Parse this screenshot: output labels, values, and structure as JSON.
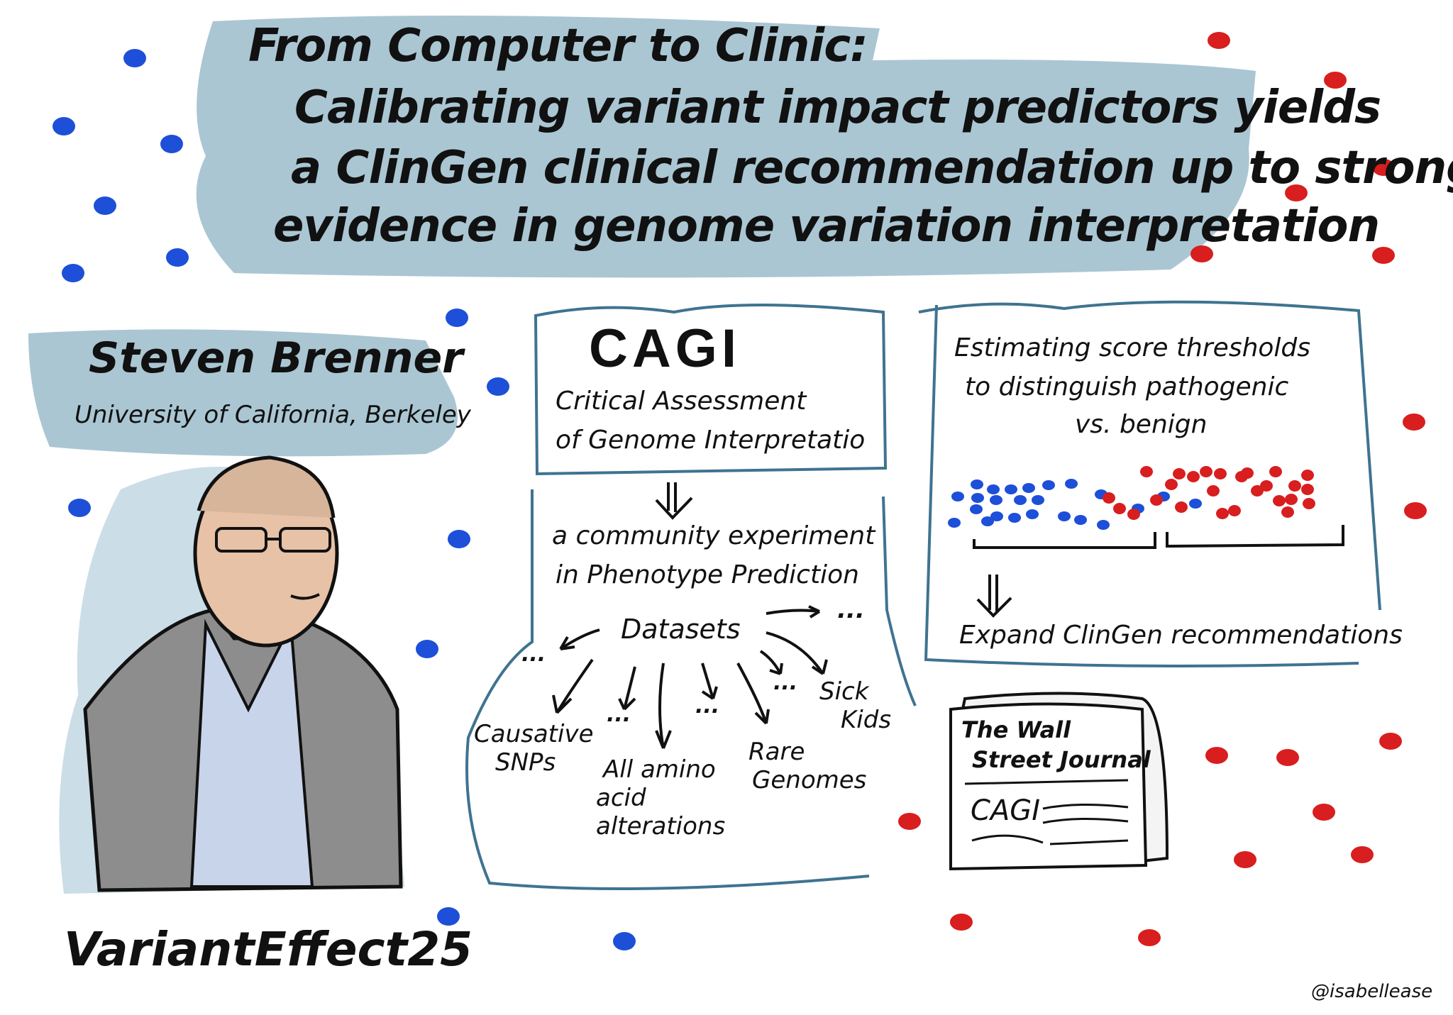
{
  "title": {
    "lines": [
      "From Computer to Clinic:",
      "Calibrating variant impact predictors yields",
      "a ClinGen clinical recommendation up to strong",
      "evidence in genome variation interpretation"
    ]
  },
  "speaker": {
    "name": "Steven Brenner",
    "affiliation": "University of California, Berkeley"
  },
  "event": "VariantEffect25",
  "cagi": {
    "acronym": "CAGI",
    "expansion_1": "Critical Assessment",
    "expansion_2": "of Genome Interpretatio",
    "desc_1": "a community experiment",
    "desc_2": "in Phenotype Prediction",
    "datasets_label": "Datasets",
    "ellipsis": "...",
    "datasets": [
      {
        "lines": [
          "Causative",
          "SNPs"
        ]
      },
      {
        "lines": [
          "All amino",
          "acid",
          "alterations"
        ]
      },
      {
        "lines": [
          "Rare",
          "Genomes"
        ]
      },
      {
        "lines": [
          "Sick",
          "Kids"
        ]
      }
    ]
  },
  "thresholds": {
    "line_1": "Estimating score thresholds",
    "line_2": "to distinguish pathogenic",
    "line_3": "vs. benign",
    "result": "Expand ClinGen recommendations"
  },
  "newspaper": {
    "masthead_1": "The Wall",
    "masthead_2": "Street Journal",
    "headline": "CAGI"
  },
  "credit": "@isabellease",
  "colors": {
    "banner": "#9bbccb",
    "box_border": "#3f7390",
    "benign_dot": "#1d4fd8",
    "pathogenic_dot": "#d81e1e"
  }
}
